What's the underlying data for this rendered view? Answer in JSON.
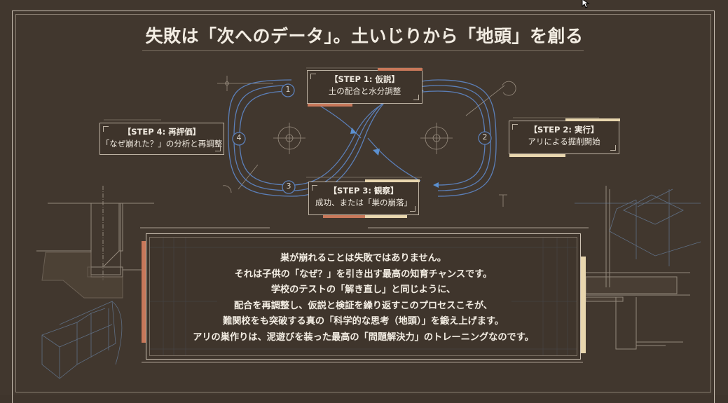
{
  "title": "失敗は「次へのデータ」。土いじりから「地頭」を創る",
  "colors": {
    "background": "#41372e",
    "line_light": "#c9bfb2",
    "loop_blue": "#5b7fb8",
    "accent_terracotta": "#c8785a",
    "accent_cream": "#e8d6ae",
    "text": "#f3ede3"
  },
  "cycle": {
    "steps": [
      {
        "number": "1",
        "title": "【STEP 1: 仮説】",
        "description": "土の配合と水分調整"
      },
      {
        "number": "2",
        "title": "【STEP 2: 実行】",
        "description": "アリによる掘削開始"
      },
      {
        "number": "3",
        "title": "【STEP 3: 観察】",
        "description": "成功、または「巣の崩落」"
      },
      {
        "number": "4",
        "title": "【STEP 4: 再評価】",
        "description": "「なぜ崩れた？」の分析と再調整"
      }
    ],
    "shape": "infinity-loop",
    "direction": "1 → 2 → 3 → 4"
  },
  "message": {
    "lines": [
      "巣が崩れることは失敗ではありません。",
      "それは子供の「なぜ？」を引き出す最高の知育チャンスです。",
      "学校のテストの「解き直し」と同じように、",
      "配合を再調整し、仮説と検証を繰り返すこのプロセスこそが、",
      "難関校をも突破する真の「科学的な思考（地頭）」を鍛え上げます。",
      "アリの巣作りは、泥遊びを装った最高の「問題解決力」のトレーニングなのです。"
    ]
  }
}
